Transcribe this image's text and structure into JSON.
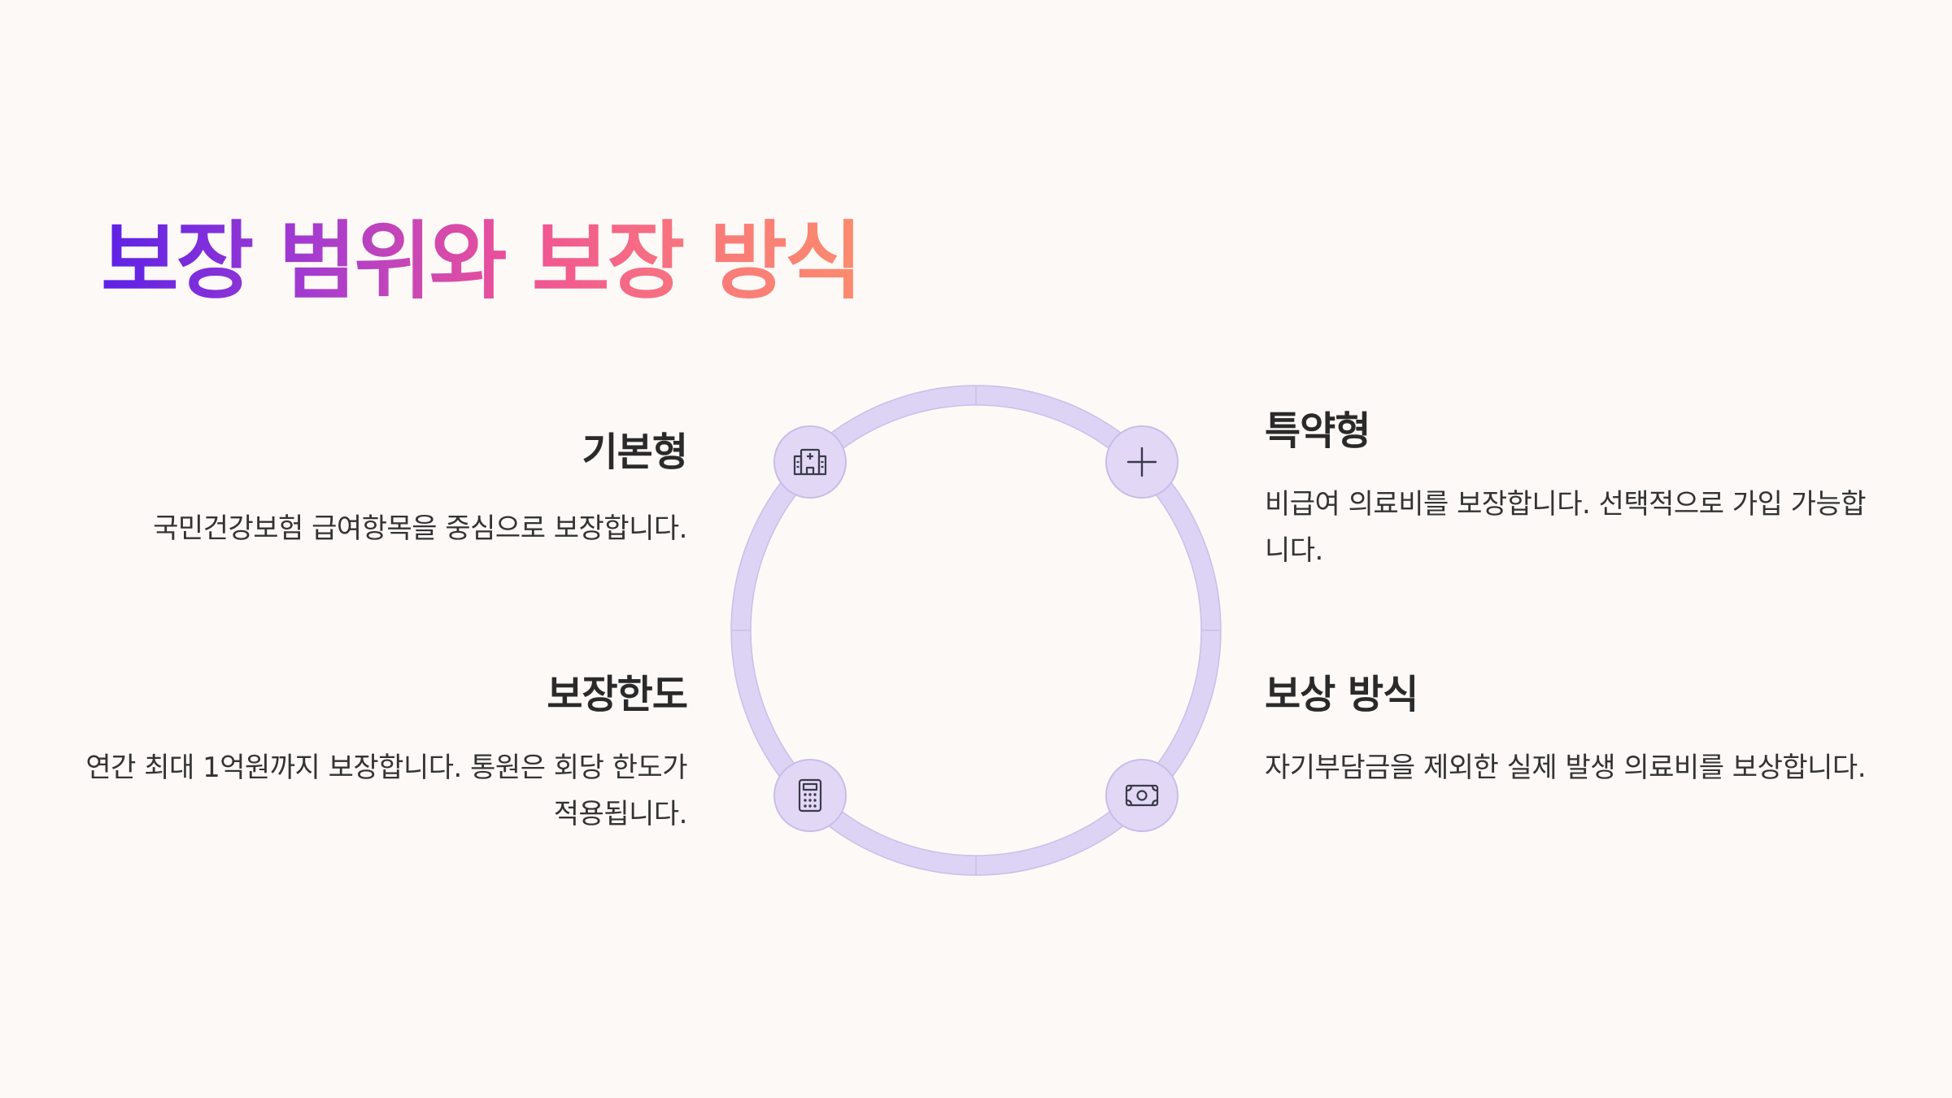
{
  "title": "보장 범위와 보장 방식",
  "colors": {
    "background": "#fdf9f7",
    "ring": "#ddd3f4",
    "ring_stroke": "#c9bde9",
    "node_fill": "#e2d8f6",
    "title_gradient": [
      "#5b21e6",
      "#a63ccf",
      "#ef5296",
      "#f97a7a",
      "#fb8b6e"
    ]
  },
  "items": [
    {
      "id": "basic",
      "heading": "기본형",
      "text": "국민건강보험 급여항목을 중심으로 보장합니다.",
      "icon": "hospital-icon"
    },
    {
      "id": "rider",
      "heading": "특약형",
      "text": "비급여 의료비를 보장합니다. 선택적으로 가입 가능합니다.",
      "icon": "plus-icon"
    },
    {
      "id": "limit",
      "heading": "보장한도",
      "text": "연간 최대 1억원까지 보장합니다. 통원은 회당 한도가 적용됩니다.",
      "icon": "calculator-icon"
    },
    {
      "id": "compensation",
      "heading": "보상 방식",
      "text": "자기부담금을 제외한 실제 발생 의료비를 보상합니다.",
      "icon": "banknote-icon"
    }
  ]
}
